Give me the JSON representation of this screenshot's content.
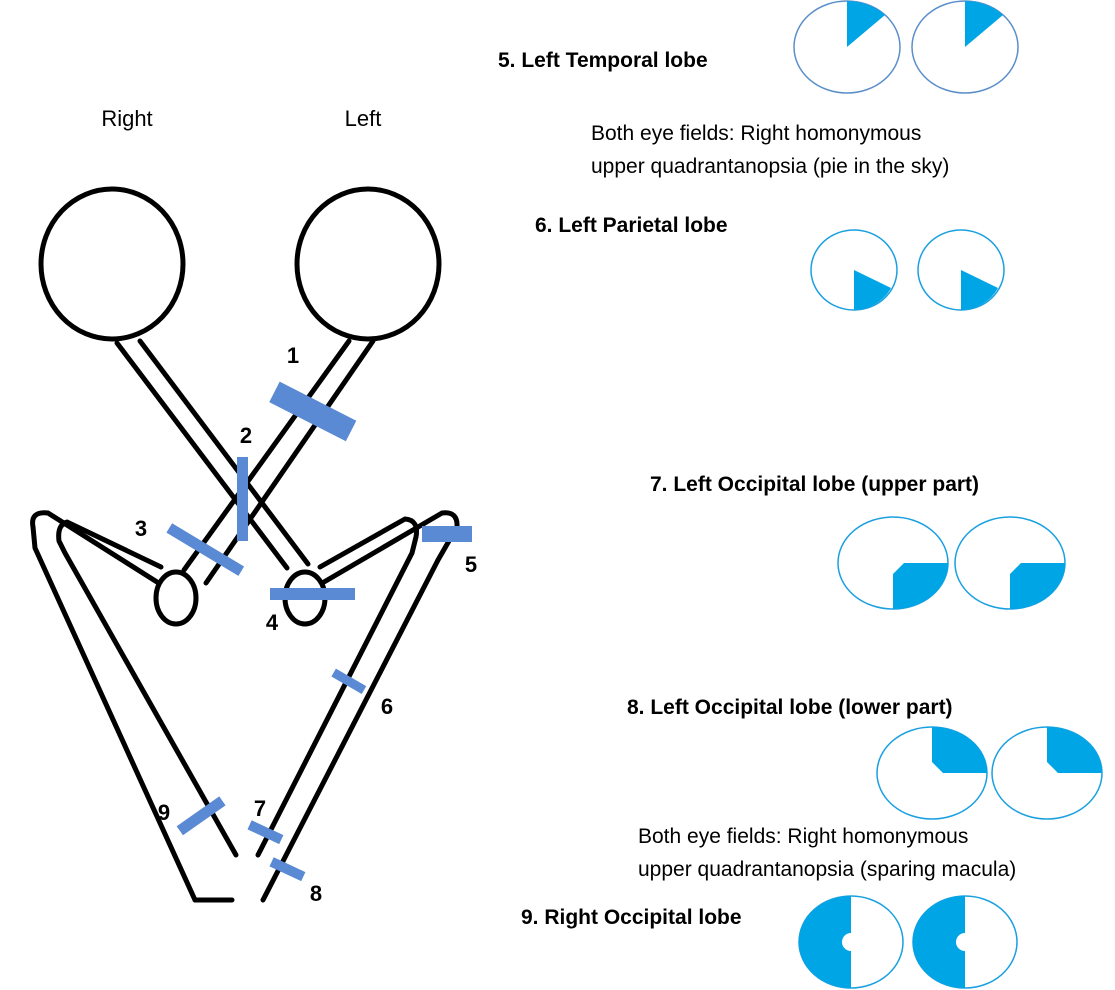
{
  "sides": {
    "right": "Right",
    "left": "Left"
  },
  "lesion_numbers": [
    "1",
    "2",
    "3",
    "4",
    "5",
    "6",
    "7",
    "8",
    "9"
  ],
  "lesions": {
    "5": {
      "title": "5. Left Temporal lobe",
      "field_loss": "upper-right sector (pie in the sky)"
    },
    "6": {
      "title": "6. Left Parietal lobe",
      "field_loss": "lower-right sector"
    },
    "7": {
      "title": "7. Left Occipital lobe (upper part)",
      "field_loss": "lower-right quadrant, macula spared"
    },
    "8": {
      "title": "8. Left Occipital lobe (lower part)",
      "field_loss": "upper-right quadrant, macula spared"
    },
    "9": {
      "title": "9. Right Occipital lobe",
      "field_loss": "left hemifield, macula spared"
    }
  },
  "notes": {
    "temporal": [
      "Both eye fields: Right homonymous",
      "upper quadrantanopsia (pie in the sky)"
    ],
    "occipital": [
      "Both eye fields: Right homonymous",
      "upper quadrantanopsia (sparing macula)"
    ]
  },
  "colors": {
    "lesion_marker": "#5a8ad4",
    "field_loss": "#00a5e6",
    "field_outline": "#5b8fc9",
    "pathway": "#000000"
  }
}
